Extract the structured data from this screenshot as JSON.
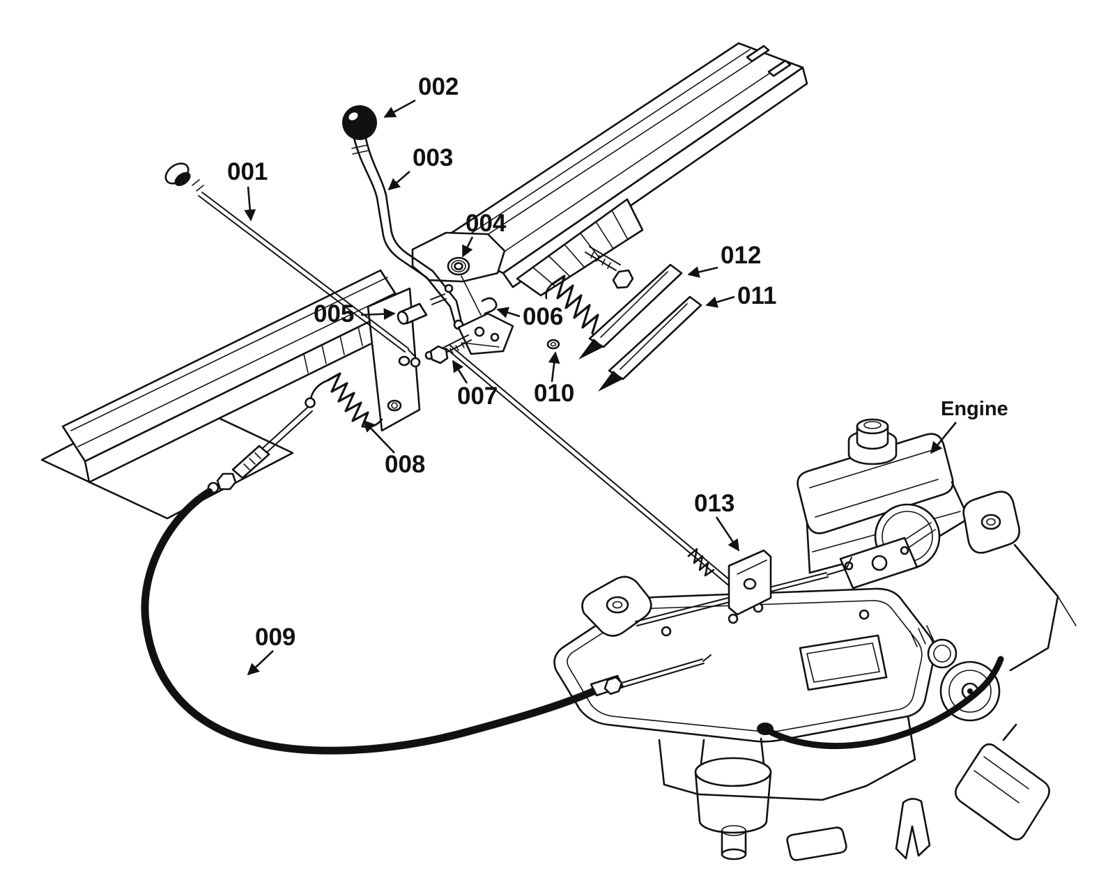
{
  "colors": {
    "ink": "#111111",
    "paper": "#ffffff"
  },
  "figure": {
    "callouts": [
      {
        "label": "001"
      },
      {
        "label": "002"
      },
      {
        "label": "003"
      },
      {
        "label": "004"
      },
      {
        "label": "005"
      },
      {
        "label": "006"
      },
      {
        "label": "007"
      },
      {
        "label": "008"
      },
      {
        "label": "009"
      },
      {
        "label": "010"
      },
      {
        "label": "011"
      },
      {
        "label": "012"
      },
      {
        "label": "013"
      }
    ],
    "engine_label": "Engine"
  }
}
